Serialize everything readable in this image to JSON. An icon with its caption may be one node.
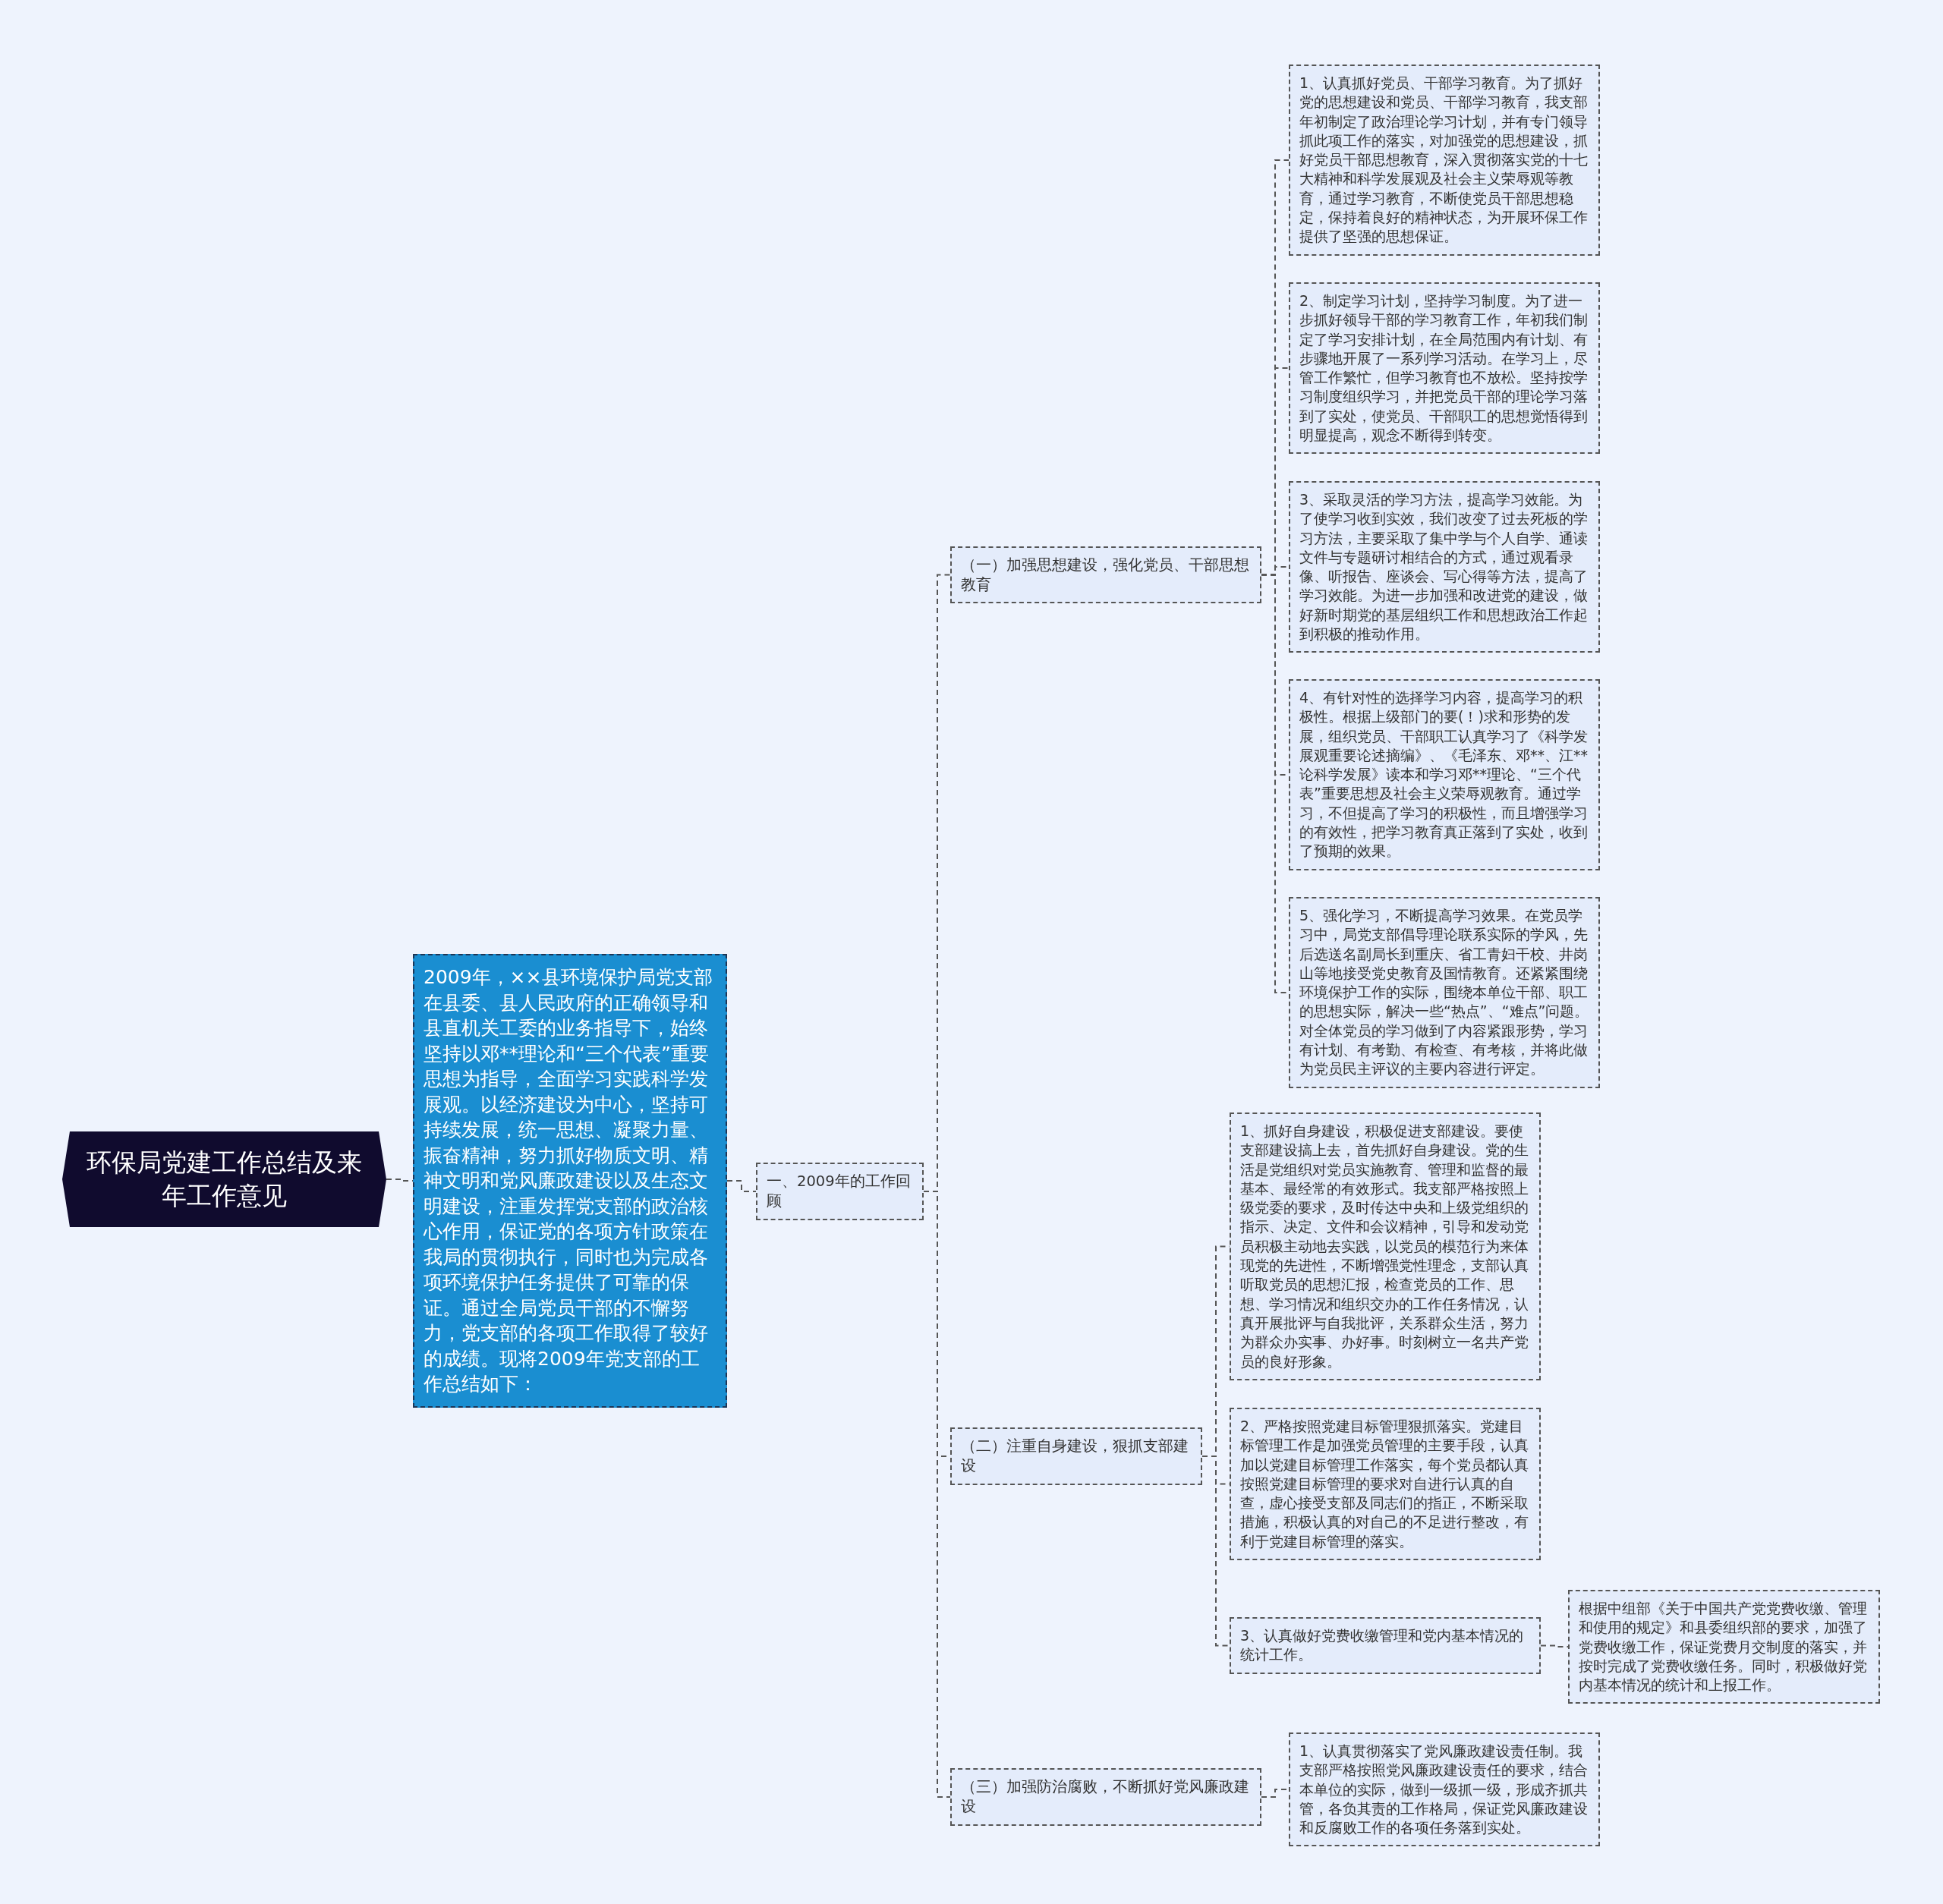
{
  "diagram": {
    "nodes": [
      {
        "text": [
          "环保局党建工作总结及来年工作意见"
        ]
      },
      {
        "text": [
          "2009年，××县环境保护局党支部在县委、县人民政府的正确领导和县直机关工委的业务指导下，始终坚持以邓**理论和“三个代表”重要思想为指导，全面学习实践科学发展观。以经济建设为中心，坚持可持续发展，统一思想、凝聚力量、振奋精神，努力抓好物质文明、精神文明和党风廉政建设以及生态文明建设，注重发挥党支部的政治核心作用，保证党的各项方针政策在我局的贯彻执行，同时也为完成各项环境保护任务提供了可靠的保证。通过全局党员干部的不懈努力，党支部的各项工作取得了较好的成绩。现将2009年党支部的工作总结如下："
        ]
      },
      {
        "text": [
          "一、2009年的工作回顾"
        ]
      },
      {
        "text": [
          "（一）加强思想建设，强化党员、干部思想教育"
        ]
      },
      {
        "text": [
          "1、认真抓好党员、干部学习教育。为了抓好党的思想建设和党员、干部学习教育，我支部年初制定了政治理论学习计划，并有专门领导抓此项工作的落实，对加强党的思想建设，抓好党员干部思想教育，深入贯彻落实党的十七大精神和科学发展观及社会主义荣辱观等教育，通过学习教育，不断使党员干部思想稳定，保持着良好的精神状态，为开展环保工作提供了坚强的思想保证。"
        ]
      },
      {
        "text": [
          "2、制定学习计划，坚持学习制度。为了进一步抓好领导干部的学习教育工作，年初我们制定了学习安排计划，在全局范围内有计划、有步骤地开展了一系列学习活动。在学习上，尽管工作繁忙，但学习教育也不放松。坚持按学习制度组织学习，并把党员干部的理论学习落到了实处，使党员、干部职工的思想觉悟得到明显提高，观念不断得到转变。"
        ]
      },
      {
        "text": [
          "3、采取灵活的学习方法，提高学习效能。为了使学习收到实效，我们改变了过去死板的学习方法，主要采取了集中学与个人自学、通读文件与专题研讨相结合的方式，通过观看录像、听报告、座谈会、写心得等方法，提高了学习效能。为进一步加强和改进党的建设，做好新时期党的基层组织工作和思想政治工作起到积极的推动作用。"
        ]
      },
      {
        "text": [
          "4、有针对性的选择学习内容，提高学习的积极性。根据上级部门的要(！)求和形势的发展，组织党员、干部职工认真学习了《科学发展观重要论述摘编》、《毛泽东、邓**、江**论科学发展》读本和学习邓**理论、“三个代表”重要思想及社会主义荣辱观教育。通过学习，不但提高了学习的积极性，而且增强学习的有效性，把学习教育真正落到了实处，收到了预期的效果。"
        ]
      },
      {
        "text": [
          "5、强化学习，不断提高学习效果。在党员学习中，局党支部倡导理论联系实际的学风，先后选送名副局长到重庆、省工青妇干校、井岗山等地接受党史教育及国情教育。还紧紧围绕环境保护工作的实际，围绕本单位干部、职工的思想实际，解决一些“热点”、“难点”问题。对全体党员的学习做到了内容紧跟形势，学习有计划、有考勤、有检查、有考核，并将此做为党员民主评议的主要内容进行评定。"
        ]
      },
      {
        "text": [
          "（二）注重自身建设，狠抓支部建设"
        ]
      },
      {
        "text": [
          "1、抓好自身建设，积极促进支部建设。要使支部建设搞上去，首先抓好自身建设。党的生活是党组织对党员实施教育、管理和监督的最基本、最经常的有效形式。我支部严格按照上级党委的要求，及时传达中央和上级党组织的指示、决定、文件和会议精神，引导和发动党员积极主动地去实践，以党员的模范行为来体现党的先进性，不断增强党性理念，支部认真听取党员的思想汇报，检查党员的工作、思想、学习情况和组织交办的工作任务情况，认真开展批评与自我批评，关系群众生活，努力为群众办实事、办好事。时刻树立一名共产党员的良好形象。"
        ]
      },
      {
        "text": [
          "2、严格按照党建目标管理狠抓落实。党建目标管理工作是加强党员管理的主要手段，认真加以党建目标管理工作落实，每个党员都认真按照党建目标管理的要求对自进行认真的自查，虚心接受支部及同志们的指正，不断采取措施，积极认真的对自己的不足进行整改，有利于党建目标管理的落实。"
        ]
      },
      {
        "text": [
          "3、认真做好党费收缴管理和党内基本情况的统计工作。"
        ]
      },
      {
        "text": [
          "根据中组部《关于中国共产党党费收缴、管理和使用的规定》和县委组织部的要求，加强了党费收缴工作，保证党费月交制度的落实，并按时完成了党费收缴任务。同时，积极做好党内基本情况的统计和上报工作。"
        ]
      },
      {
        "text": [
          "（三）加强防治腐败，不断抓好党风廉政建设"
        ]
      },
      {
        "text": [
          "1、认真贯彻落实了党风廉政建设责任制。我支部严格按照党风廉政建设责任的要求，结合本单位的实际，做到一级抓一级，形成齐抓共管，各负其责的工作格局，保证党风廉政建设和反腐败工作的各项任务落到实处。"
        ]
      }
    ],
    "edges": [
      {
        "from": 0,
        "to": 1,
        "arrow": "none"
      },
      {
        "from": 1,
        "to": 2,
        "arrow": "none"
      },
      {
        "from": 2,
        "to": 3,
        "arrow": "none"
      },
      {
        "from": 3,
        "to": 4,
        "arrow": "none"
      },
      {
        "from": 3,
        "to": 5,
        "arrow": "none"
      },
      {
        "from": 3,
        "to": 6,
        "arrow": "none"
      },
      {
        "from": 3,
        "to": 7,
        "arrow": "none"
      },
      {
        "from": 3,
        "to": 8,
        "arrow": "none"
      },
      {
        "from": 2,
        "to": 9,
        "arrow": "none"
      },
      {
        "from": 9,
        "to": 10,
        "arrow": "none"
      },
      {
        "from": 9,
        "to": 11,
        "arrow": "none"
      },
      {
        "from": 9,
        "to": 12,
        "arrow": "none"
      },
      {
        "from": 12,
        "to": 13,
        "arrow": "none"
      },
      {
        "from": 2,
        "to": 14,
        "arrow": "none"
      },
      {
        "from": 14,
        "to": 15,
        "arrow": "none"
      }
    ]
  }
}
